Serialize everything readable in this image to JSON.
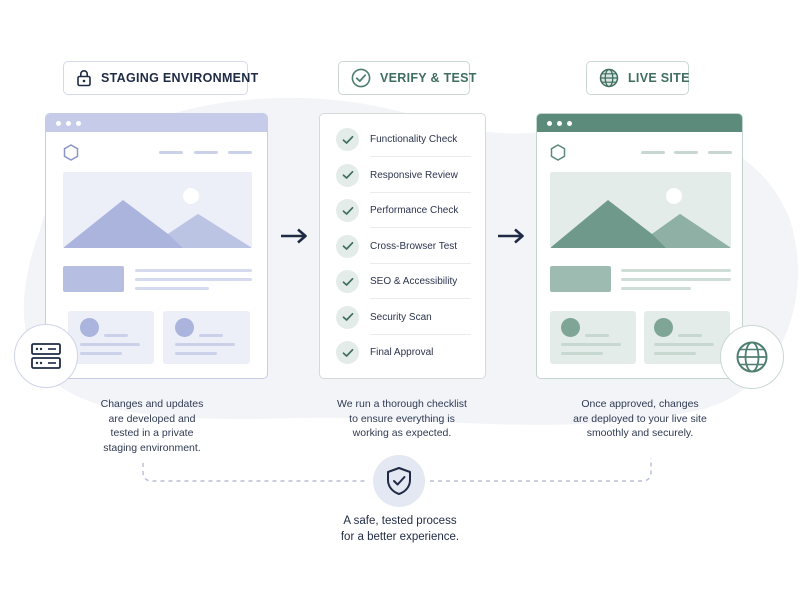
{
  "steps": {
    "staging": {
      "title": "STAGING ENVIRONMENT",
      "icon": "lock-icon",
      "badge_icon": "server-icon",
      "caption": [
        "Changes and updates",
        "are developed and",
        "tested in a private",
        "staging environment."
      ],
      "accent": "#aab4dc"
    },
    "verify": {
      "title": "VERIFY & TEST",
      "icon": "check-circle-icon",
      "checklist": [
        "Functionality Check",
        "Responsive Review",
        "Performance Check",
        "Cross-Browser Test",
        "SEO & Accessibility",
        "Security Scan",
        "Final Approval"
      ],
      "caption": [
        "We run a thorough checklist",
        "to ensure everything is",
        "working as expected."
      ],
      "accent": "#5c8a7b"
    },
    "live": {
      "title": "LIVE SITE",
      "icon": "globe-icon",
      "badge_icon": "globe-icon",
      "caption": [
        "Once approved, changes",
        "are deployed to your live site",
        "smoothly and securely."
      ],
      "accent": "#5c8a7b"
    }
  },
  "footer": {
    "icon": "shield-check-icon",
    "tagline": [
      "A safe, tested process",
      "for a better experience."
    ]
  },
  "colors": {
    "navy": "#1f2a44",
    "staging_bar": "#c6cbea",
    "live_bar": "#5c8a7b",
    "background_blob": "#f3f4f8"
  }
}
